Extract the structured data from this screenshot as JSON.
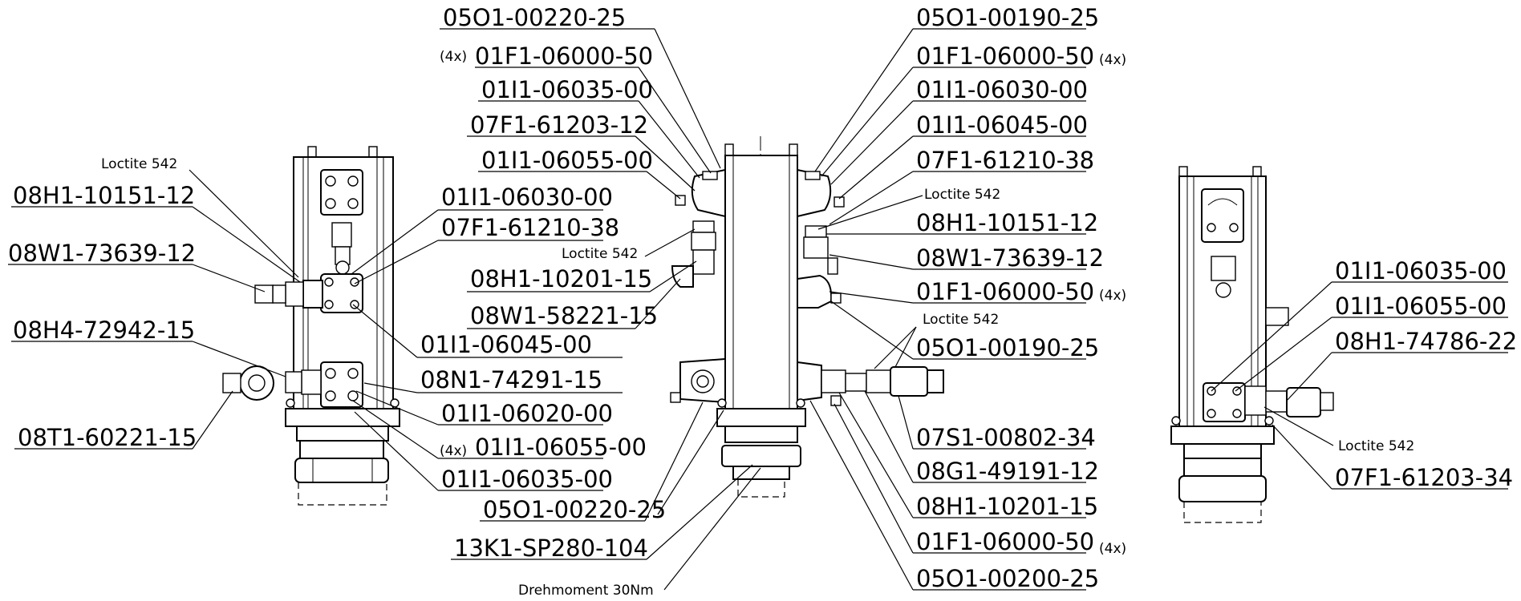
{
  "part_numbers": {
    "p_05O1_00220_25_a": "05O1-00220-25",
    "p_01F1_06000_50_a": "01F1-06000-50",
    "p_01I1_06035_00_a": "01I1-06035-00",
    "p_07F1_61203_12": "07F1-61203-12",
    "p_01I1_06055_00_a": "01I1-06055-00",
    "p_01I1_06030_00_a": "01I1-06030-00",
    "p_07F1_61210_38_a": "07F1-61210-38",
    "p_08H1_10201_15_a": "08H1-10201-15",
    "p_08W1_58221_15": "08W1-58221-15",
    "p_01I1_06045_00_a": "01I1-06045-00",
    "p_08N1_74291_15": "08N1-74291-15",
    "p_01I1_06020_00": "01I1-06020-00",
    "p_01I1_06055_00_b": "01I1-06055-00",
    "p_01I1_06035_00_b": "01I1-06035-00",
    "p_05O1_00220_25_b": "05O1-00220-25",
    "p_13K1_SP280_104": "13K1-SP280-104",
    "p_08H1_10151_12_a": "08H1-10151-12",
    "p_08W1_73639_12_a": "08W1-73639-12",
    "p_08H4_72942_15": "08H4-72942-15",
    "p_08T1_60221_15": "08T1-60221-15",
    "p_05O1_00190_25_a": "05O1-00190-25",
    "p_01F1_06000_50_b": "01F1-06000-50",
    "p_01I1_06030_00_b": "01I1-06030-00",
    "p_01I1_06045_00_b": "01I1-06045-00",
    "p_07F1_61210_38_b": "07F1-61210-38",
    "p_08H1_10151_12_b": "08H1-10151-12",
    "p_08W1_73639_12_b": "08W1-73639-12",
    "p_01F1_06000_50_c": "01F1-06000-50",
    "p_05O1_00190_25_b": "05O1-00190-25",
    "p_07S1_00802_34": "07S1-00802-34",
    "p_08G1_49191_12": "08G1-49191-12",
    "p_08H1_10201_15_b": "08H1-10201-15",
    "p_01F1_06000_50_d": "01F1-06000-50",
    "p_05O1_00200_25": "05O1-00200-25",
    "p_01I1_06035_00_c": "01I1-06035-00",
    "p_01I1_06055_00_c": "01I1-06055-00",
    "p_08H1_74786_22": "08H1-74786-22",
    "p_07F1_61203_34": "07F1-61203-34"
  },
  "notes": {
    "qty_4x_a": "(4x)",
    "qty_4x_b": "(4x)",
    "qty_4x_c": "(4x)",
    "qty_4x_d": "(4x)",
    "qty_4x_e": "(4x)",
    "loctite_a": "Loctite 542",
    "loctite_b": "Loctite 542",
    "loctite_c": "Loctite 542",
    "loctite_d": "Loctite 542",
    "loctite_e": "Loctite 542",
    "torque": "Drehmoment 30Nm"
  }
}
